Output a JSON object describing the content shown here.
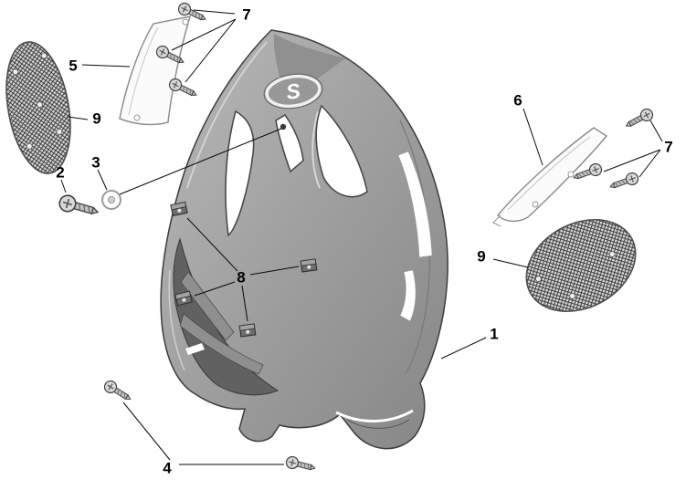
{
  "diagram": {
    "type": "exploded-parts-diagram",
    "subject": "scooter front fairing assembly",
    "logo_text": "S",
    "colors": {
      "fairing_gray": "#9c9c9c",
      "leader_line": "#0a0a0a",
      "mesh_dark": "#2c2c2c",
      "background": "#ffffff"
    },
    "callouts": {
      "c1": {
        "label": "1",
        "part": "front-fairing-panel"
      },
      "c2": {
        "label": "2",
        "part": "pan-head-screw"
      },
      "c3": {
        "label": "3",
        "part": "washer-grommet"
      },
      "c4": {
        "label": "4",
        "part": "bottom-screws"
      },
      "c5": {
        "label": "5",
        "part": "left-lens"
      },
      "c6": {
        "label": "6",
        "part": "right-lens"
      },
      "c7_top": {
        "label": "7",
        "part": "left-lens-screws"
      },
      "c7_right": {
        "label": "7",
        "part": "right-lens-screws"
      },
      "c8": {
        "label": "8",
        "part": "clip-nuts"
      },
      "c9_left": {
        "label": "9",
        "part": "left-mesh-grille"
      },
      "c9_right": {
        "label": "9",
        "part": "right-mesh-grille"
      }
    }
  }
}
